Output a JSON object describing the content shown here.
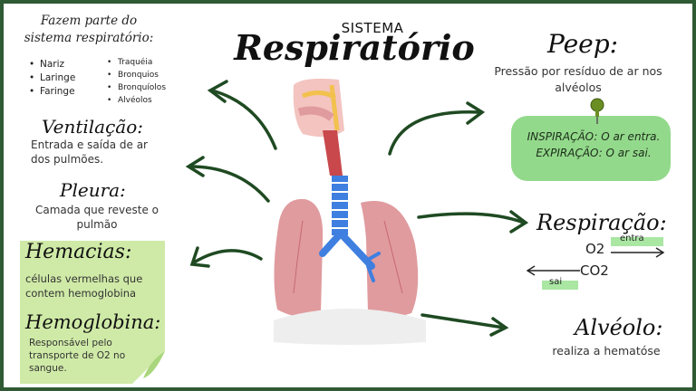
{
  "title": {
    "small": "SISTEMA",
    "big": "Respiratório"
  },
  "intro": {
    "heading": "Fazem parte do sistema respiratório:",
    "col1": [
      "Nariz",
      "Laringe",
      "Faringe"
    ],
    "col2": [
      "Traquéia",
      "Bronquios",
      "Bronquíolos",
      "Alvéolos"
    ]
  },
  "ventilacao": {
    "heading": "Ventilação:",
    "text": "Entrada e saída de ar dos pulmões."
  },
  "pleura": {
    "heading": "Pleura:",
    "text": "Camada que reveste o pulmão"
  },
  "hemacias": {
    "heading": "Hemacias:",
    "text": "células vermelhas que contem hemoglobina"
  },
  "hemoglobina": {
    "heading": "Hemoglobina:",
    "text": "Responsável pelo transporte de O2 no sangue."
  },
  "peep": {
    "heading": "Peep:",
    "text": "Pressão por resíduo de ar nos alvéolos",
    "note_line1": "INSPIRAÇÃO: O ar entra.",
    "note_line2": "EXPIRAÇÃO: O ar sai."
  },
  "respiracao": {
    "heading": "Respiração:",
    "o2": "O2",
    "co2": "CO2",
    "entra": "entra",
    "sai": "sai"
  },
  "alveolo": {
    "heading": "Alvéolo:",
    "text": "realiza a hematóse"
  },
  "colors": {
    "frame": "#2f5a34",
    "arrow": "#1f4a22",
    "note": "#cfeaa7",
    "pill": "#93d98b",
    "lung": "#e09b9e",
    "trachea": "#3f7fe0"
  },
  "icons": [
    "thumbtack-icon",
    "lungs-illustration"
  ]
}
